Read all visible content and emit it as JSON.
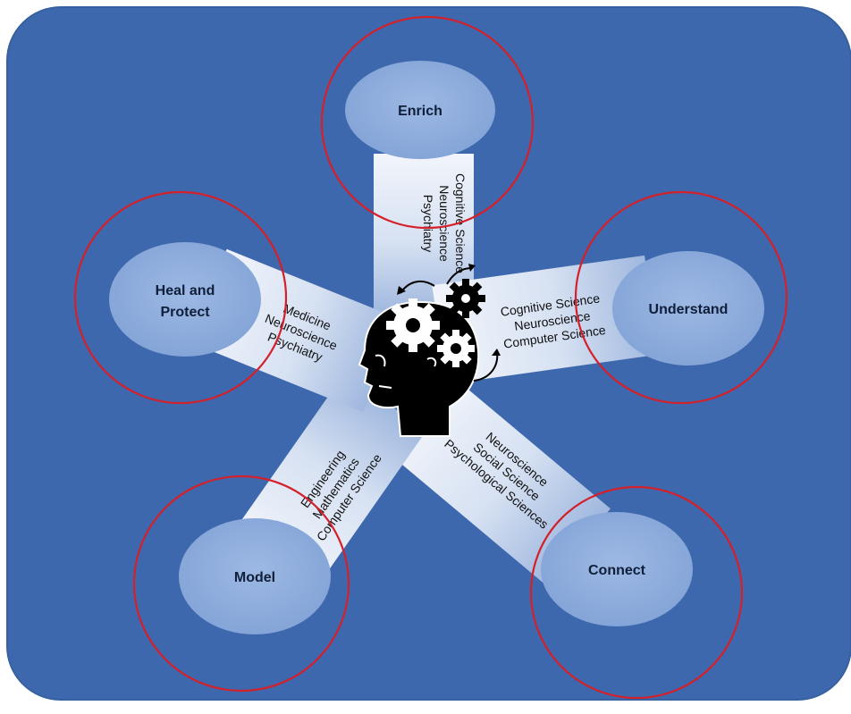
{
  "nodes": {
    "enrich": {
      "label": "Enrich",
      "disciplines": [
        "Cognitive Science",
        "Neuroscience",
        "Psychiatry"
      ]
    },
    "understand": {
      "label": "Understand",
      "disciplines": [
        "Cognitive Science",
        "Neuroscience",
        "Computer Science"
      ]
    },
    "connect": {
      "label": "Connect",
      "disciplines": [
        "Neuroscience",
        "Social Science",
        "Psychological Sciences"
      ]
    },
    "model": {
      "label": "Model",
      "disciplines": [
        "Engineering",
        "Mathematics",
        "Computer Science"
      ]
    },
    "heal_protect": {
      "label_lines": [
        "Heal and",
        "Protect"
      ],
      "disciplines": [
        "Medicine",
        "Neuroscience",
        "Psychiatry"
      ]
    }
  },
  "colors": {
    "background": "#3e68ad",
    "node_fill": "#8cabdc",
    "band_light": "#e8eef8",
    "band_dark": "#a9bfe0",
    "highlight_ring": "#d4202a",
    "head": "#000000"
  },
  "icons": {
    "center": "head-with-gears-icon"
  }
}
